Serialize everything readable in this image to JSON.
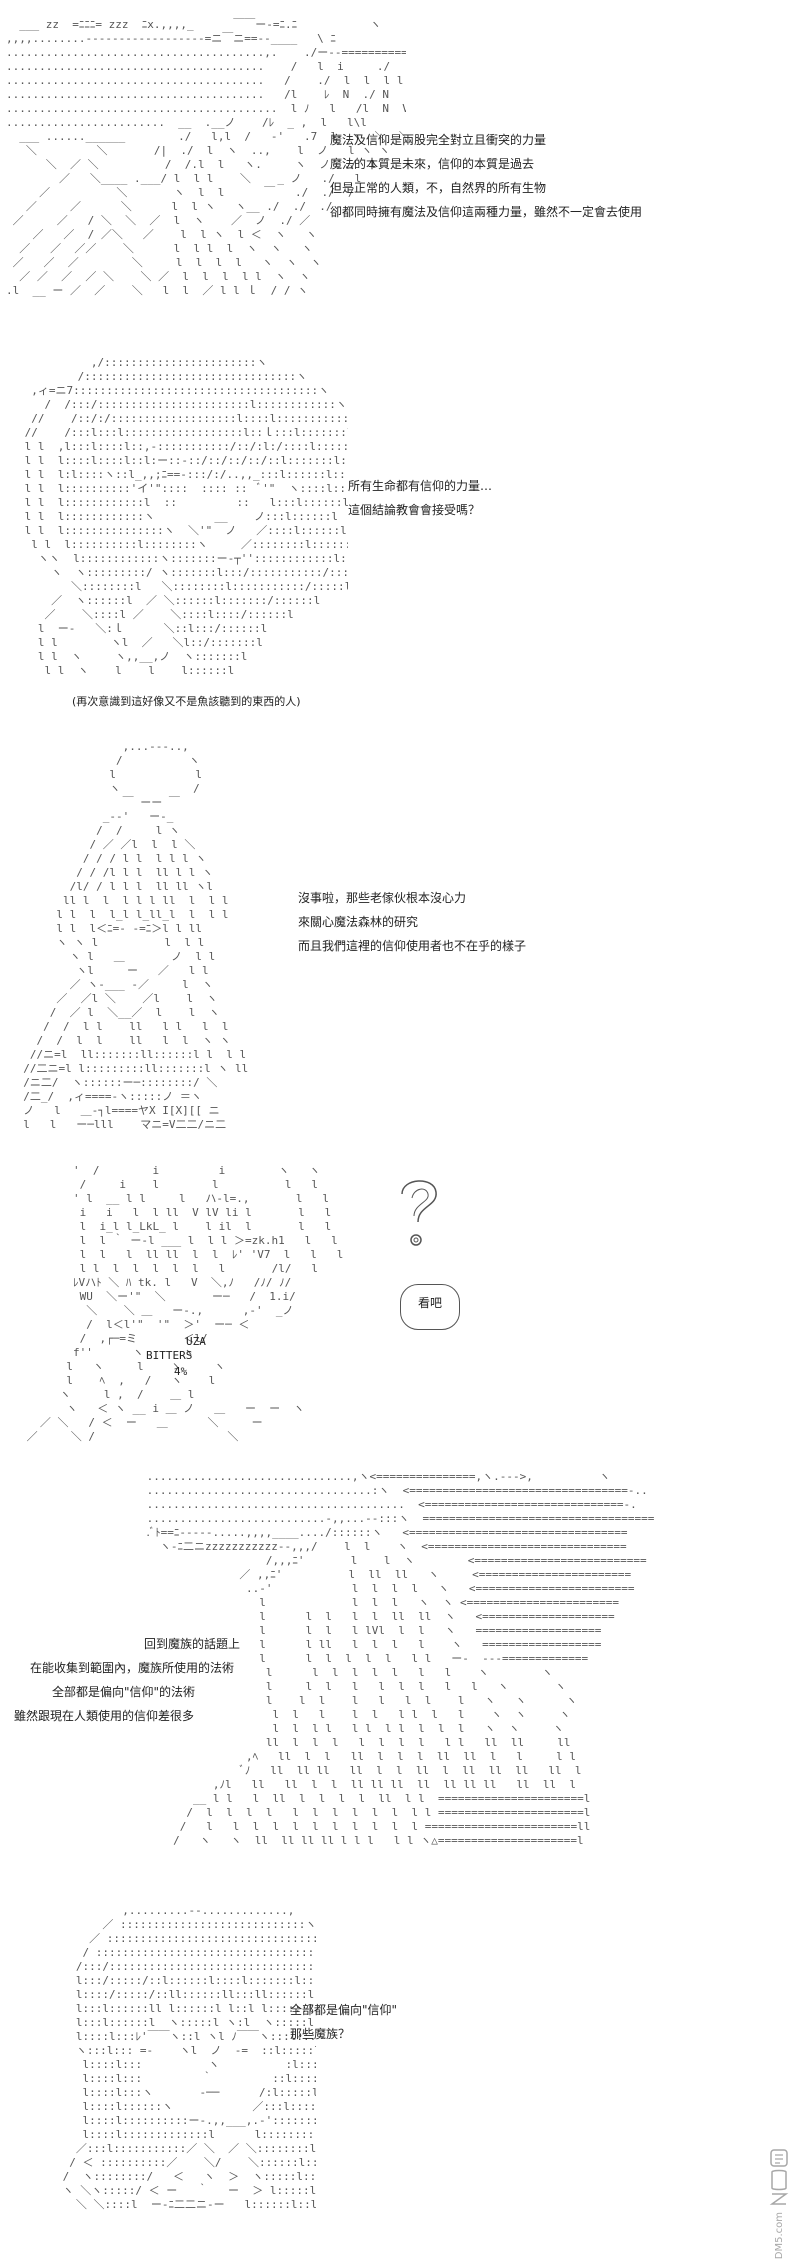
{
  "panels": [
    {
      "lines": [
        "魔法及信仰是兩股完全對立且衝突的力量",
        "魔法的本質是未來，信仰的本質是過去",
        "但是正常的人類，不，自然界的所有生物",
        "卻都同時擁有魔法及信仰這兩種力量，雖然不一定會去使用"
      ]
    },
    {
      "lines": [
        "所有生命都有信仰的力量…",
        "這個結論教會會接受嗎？"
      ],
      "caption": "(再次意識到這好像又不是魚該聽到的東西的人)"
    },
    {
      "lines": [
        "沒事啦，那些老傢伙根本沒心力",
        "來關心魔法森林的研究",
        "而且我們這裡的信仰使用者也不在乎的樣子"
      ]
    },
    {
      "bubble": "看吧",
      "art_text": [
        "UZA",
        "BITTERS",
        "4%"
      ]
    },
    {
      "lines": [
        "回到魔族的話題上",
        "在能收集到範圍內，魔族所使用的法術",
        "全部都是偏向\"信仰\"的法術",
        "雖然跟現在人類使用的信仰差很多"
      ]
    },
    {
      "lines": [
        "全部都是偏向\"信仰\"",
        "那些魔族？"
      ]
    }
  ],
  "watermark": {
    "text": "DM5.com",
    "icon": "dm5-logo-icon"
  }
}
